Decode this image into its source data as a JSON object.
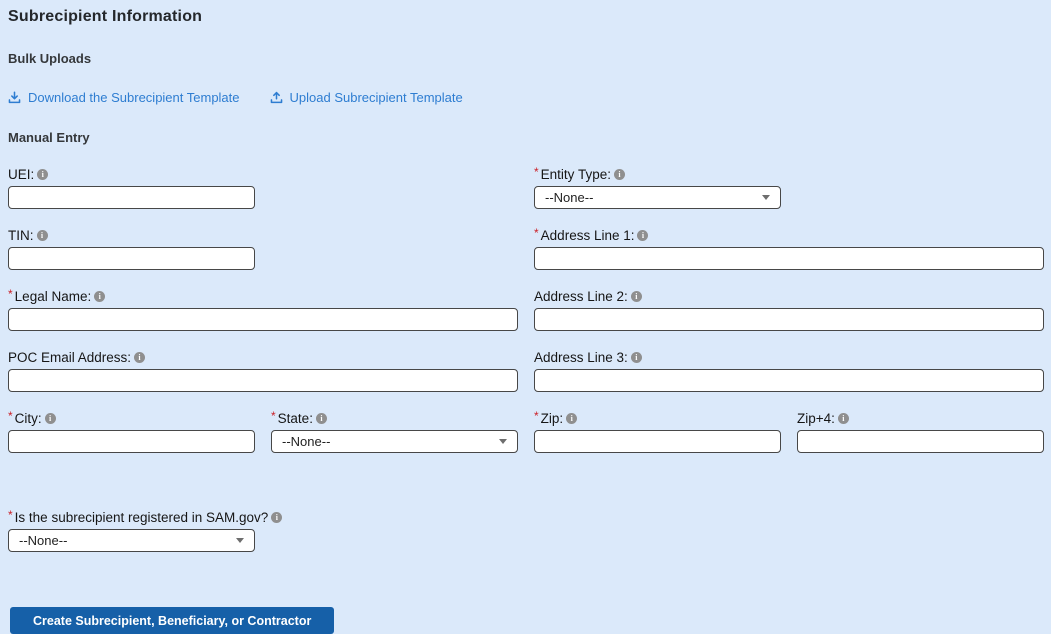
{
  "header": {
    "title": "Subrecipient Information"
  },
  "sections": {
    "bulk_uploads": "Bulk Uploads",
    "manual_entry": "Manual Entry"
  },
  "links": {
    "download_label": "Download the Subrecipient Template",
    "upload_label": "Upload Subrecipient Template"
  },
  "ui": {
    "required_marker": "*",
    "info_glyph": "i",
    "none_option": "--None--"
  },
  "fields": {
    "uei": {
      "label": "UEI:",
      "value": ""
    },
    "entity_type": {
      "label": "Entity Type:",
      "selected": "--None--"
    },
    "tin": {
      "label": "TIN:",
      "value": ""
    },
    "address_line_1": {
      "label": "Address Line 1:",
      "value": ""
    },
    "legal_name": {
      "label": "Legal Name:",
      "value": ""
    },
    "address_line_2": {
      "label": "Address Line 2:",
      "value": ""
    },
    "poc_email": {
      "label": "POC Email Address:",
      "value": ""
    },
    "address_line_3": {
      "label": "Address Line 3:",
      "value": ""
    },
    "city": {
      "label": "City:",
      "value": ""
    },
    "state": {
      "label": "State:",
      "selected": "--None--"
    },
    "zip": {
      "label": "Zip:",
      "value": ""
    },
    "zip4": {
      "label": "Zip+4:",
      "value": ""
    },
    "sam_registered": {
      "label": "Is the subrecipient registered in SAM.gov?",
      "selected": "--None--"
    }
  },
  "button": {
    "create_label": "Create Subrecipient, Beneficiary, or Contractor"
  },
  "colors": {
    "background": "#dbe9fa",
    "link_blue": "#2e7dd1",
    "button_blue": "#1660a8",
    "required_red": "#cb2128",
    "input_border": "#474747",
    "info_icon_gray": "#8f8f8f"
  }
}
